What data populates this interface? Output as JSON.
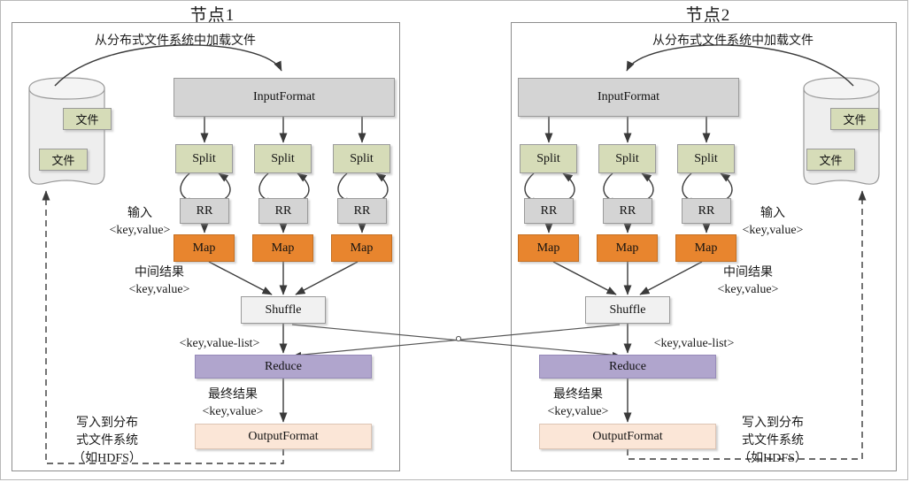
{
  "diagram": {
    "title_node1": "节点1",
    "title_node2": "节点2",
    "load_caption": "从分布式文件系统中加载文件",
    "file_label": "文件",
    "labels": {
      "input_format": "InputFormat",
      "split": "Split",
      "rr": "RR",
      "map": "Map",
      "shuffle": "Shuffle",
      "reduce": "Reduce",
      "output_format": "OutputFormat"
    },
    "annotations": {
      "input_line1": "输入",
      "input_line2": "<key,value>",
      "intermediate_line1": "中间结果",
      "intermediate_line2": "<key,value>",
      "key_value_list": "<key,value-list>",
      "final_line1": "最终结果",
      "final_line2": "<key,value>",
      "write_line1": "写入到分布",
      "write_line2": "式文件系统",
      "write_line3": "（如HDFS）"
    },
    "colors": {
      "input_format": "#d4d4d4",
      "split": "#d6dcb8",
      "rr": "#d4d4d4",
      "map": "#e8852e",
      "shuffle": "#f1f1f1",
      "reduce": "#b0a5cd",
      "output_format": "#fbe6d7",
      "cylinder": "#eeeeee",
      "line": "#3a3a3a"
    }
  }
}
